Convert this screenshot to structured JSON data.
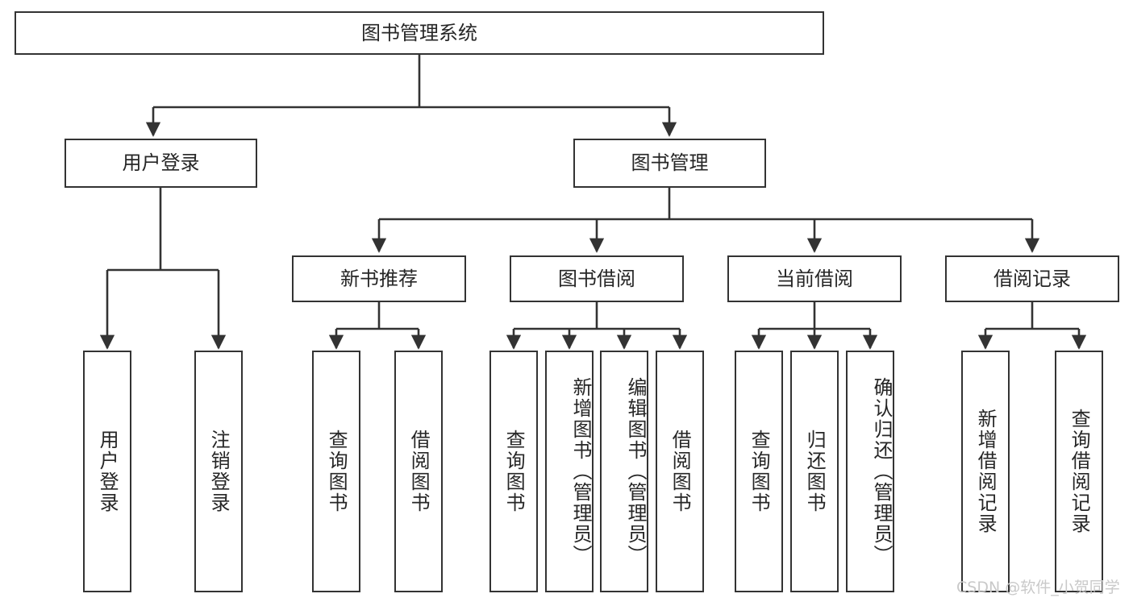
{
  "diagram": {
    "title": "图书管理系统",
    "type": "tree-hierarchy",
    "root": {
      "id": "root",
      "label": "图书管理系统"
    },
    "level2": [
      {
        "id": "user-login",
        "label": "用户登录"
      },
      {
        "id": "book-management",
        "label": "图书管理"
      }
    ],
    "level3": [
      {
        "id": "new-book-recommend",
        "label": "新书推荐",
        "parent": "book-management"
      },
      {
        "id": "book-borrow",
        "label": "图书借阅",
        "parent": "book-management"
      },
      {
        "id": "current-borrow",
        "label": "当前借阅",
        "parent": "book-management"
      },
      {
        "id": "borrow-record",
        "label": "借阅记录",
        "parent": "book-management"
      }
    ],
    "leaves": [
      {
        "id": "leaf-user-login",
        "label": "用户登录",
        "parent": "user-login"
      },
      {
        "id": "leaf-logout",
        "label": "注销登录",
        "parent": "user-login"
      },
      {
        "id": "leaf-query-book-1",
        "label": "查询图书",
        "parent": "new-book-recommend"
      },
      {
        "id": "leaf-borrow-book-1",
        "label": "借阅图书",
        "parent": "new-book-recommend"
      },
      {
        "id": "leaf-query-book-2",
        "label": "查询图书",
        "parent": "book-borrow"
      },
      {
        "id": "leaf-add-book",
        "label": "新增图书（管理员）",
        "parent": "book-borrow"
      },
      {
        "id": "leaf-edit-book",
        "label": "编辑图书（管理员）",
        "parent": "book-borrow"
      },
      {
        "id": "leaf-borrow-book-2",
        "label": "借阅图书",
        "parent": "book-borrow"
      },
      {
        "id": "leaf-query-book-3",
        "label": "查询图书",
        "parent": "current-borrow"
      },
      {
        "id": "leaf-return-book",
        "label": "归还图书",
        "parent": "current-borrow"
      },
      {
        "id": "leaf-confirm-return",
        "label": "确认归还（管理员）",
        "parent": "current-borrow"
      },
      {
        "id": "leaf-add-record",
        "label": "新增借阅记录",
        "parent": "borrow-record"
      },
      {
        "id": "leaf-query-record",
        "label": "查询借阅记录",
        "parent": "borrow-record"
      }
    ]
  },
  "watermark": {
    "text": "CSDN @软件_小贺同学"
  },
  "colors": {
    "border": "#333333",
    "text": "#262626",
    "background": "#ffffff",
    "watermark": "#c9c9c9"
  }
}
